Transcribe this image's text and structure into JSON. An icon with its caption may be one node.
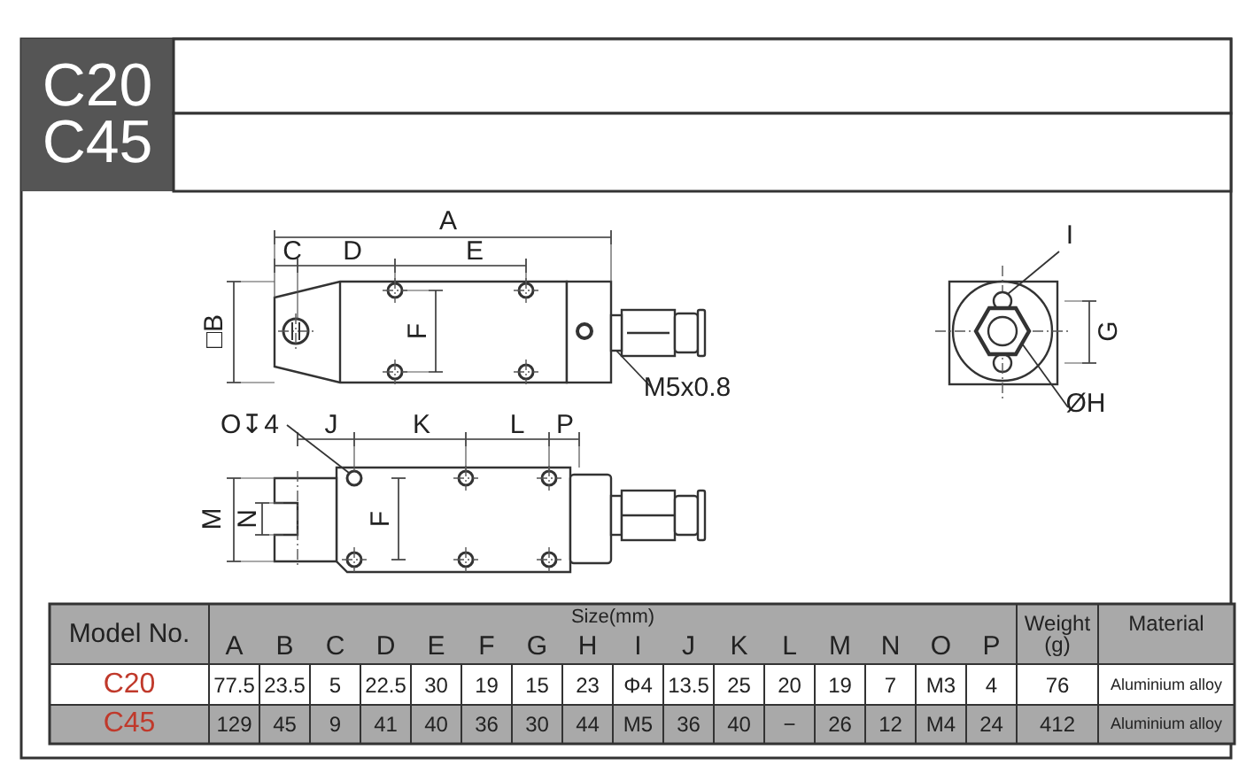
{
  "diagram": {
    "title": "C20 C45",
    "nodes": [
      {
        "text": [
          "M5x0.8"
        ]
      },
      {
        "text": [
          "O↧4"
        ]
      },
      {
        "text": [
          "I"
        ]
      },
      {
        "text": [
          "ØH"
        ]
      },
      {
        "text": [],
        "shape": "box"
      },
      {
        "text": [],
        "shape": "circle"
      },
      {
        "text": [],
        "shape": "circle"
      },
      {
        "text": [],
        "shape": "hexagon"
      }
    ],
    "edges": [
      {
        "from": 0,
        "to": 4,
        "arrow": "none"
      },
      {
        "from": 1,
        "to": 5,
        "arrow": "none"
      },
      {
        "from": 2,
        "to": 6,
        "arrow": "none"
      },
      {
        "from": 3,
        "to": 7,
        "arrow": "none"
      }
    ],
    "labels": [
      "A",
      "C",
      "D",
      "E",
      "□B",
      "F",
      "G",
      "J",
      "K",
      "L",
      "P",
      "M",
      "N",
      "F",
      "Model No.",
      "Size(mm)",
      "Weight (g)",
      "Material",
      "A",
      "B",
      "C",
      "D",
      "E",
      "F",
      "G",
      "H",
      "I",
      "J",
      "K",
      "L",
      "M",
      "N",
      "O",
      "P",
      "C20",
      "77.5",
      "23.5",
      "5",
      "22.5",
      "30",
      "19",
      "15",
      "23",
      "Φ4",
      "13.5",
      "25",
      "20",
      "19",
      "7",
      "M3",
      "4",
      "76",
      "Aluminium alloy",
      "C45",
      "129",
      "45",
      "9",
      "41",
      "40",
      "36",
      "30",
      "44",
      "M5",
      "36",
      "40",
      "−",
      "26",
      "12",
      "M4",
      "24",
      "412",
      "Aluminium alloy"
    ]
  }
}
